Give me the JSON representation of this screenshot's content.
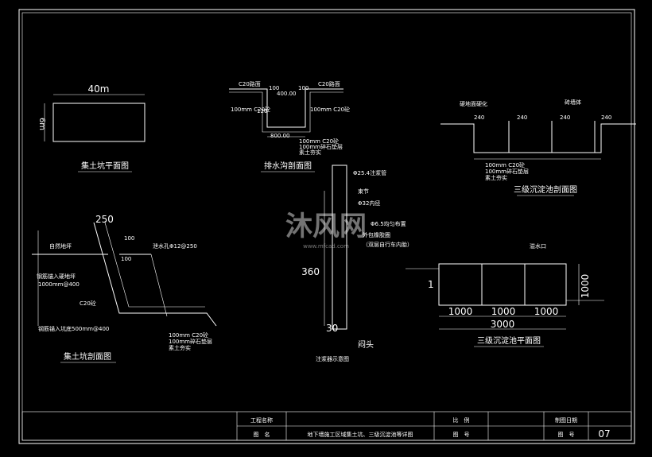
{
  "plan_pit": {
    "title": "集土坑平面图",
    "len": "40m",
    "wid": "6m"
  },
  "drain": {
    "title": "排水沟剖面图",
    "c20a": "C20路面",
    "c20b": "C20路面",
    "d100a": "100",
    "d100b": "100",
    "d400": "400.00",
    "d120": "120",
    "c20c": "100mm C20砼",
    "c20d": "100mm C20砼",
    "d800": "800.00",
    "n1": "100mm C20砼",
    "n2": "100mm碎石垫层",
    "n3": "素土夯实"
  },
  "tank_sec": {
    "title": "三级沉淀池剖面图",
    "lbl1": "硬地面硬化",
    "lbl2": "砖墙体",
    "b1": "240",
    "b2": "240",
    "b3": "240",
    "b4": "240",
    "n1": "100mm C20砼",
    "n2": "100mm碎石垫层",
    "n3": "素土夯实"
  },
  "grout": {
    "title": "注浆器示意图",
    "pipe": "Φ25.4注浆管",
    "joint": "束节",
    "inner": "Φ32内径",
    "holes": "Φ6.5均匀布置",
    "rubber": "外包橡胶圈",
    "rubber2": "（双层自行车内胎）",
    "d360": "360",
    "d30": "30",
    "tip": "闷头"
  },
  "pit_sec": {
    "title": "集土坑剖面图",
    "d250": "250",
    "d100": "100",
    "d100b": "100",
    "ground": "自然地坪",
    "anchor": "钢筋锚入硬地坪",
    "anchor2": "1000mm@400",
    "c20": "C20砼",
    "nail": "钢筋锚入坑底500mm@400",
    "drain": "泄水孔Φ12@250",
    "n1": "100mm C20砼",
    "n2": "100mm碎石垫层",
    "n3": "素土夯实"
  },
  "tank_plan": {
    "title": "三级沉淀池平面图",
    "inlet": "溢水口",
    "w1": "1000",
    "w2": "1000",
    "w3": "1000",
    "total": "3000",
    "h": "1000",
    "sec": "1"
  },
  "title_block": {
    "proj_lbl": "工程名称",
    "name_lbl": "图　名",
    "name_val": "地下墙施工区域集土坑、三级沉淀池等详图",
    "scale_lbl": "比　例",
    "drw_lbl": "图　号",
    "date_lbl": "制图日期",
    "no_lbl": "图　号",
    "no_val": "07"
  },
  "watermark": {
    "brand": "沐风网",
    "url": "www.mfcad.com"
  }
}
